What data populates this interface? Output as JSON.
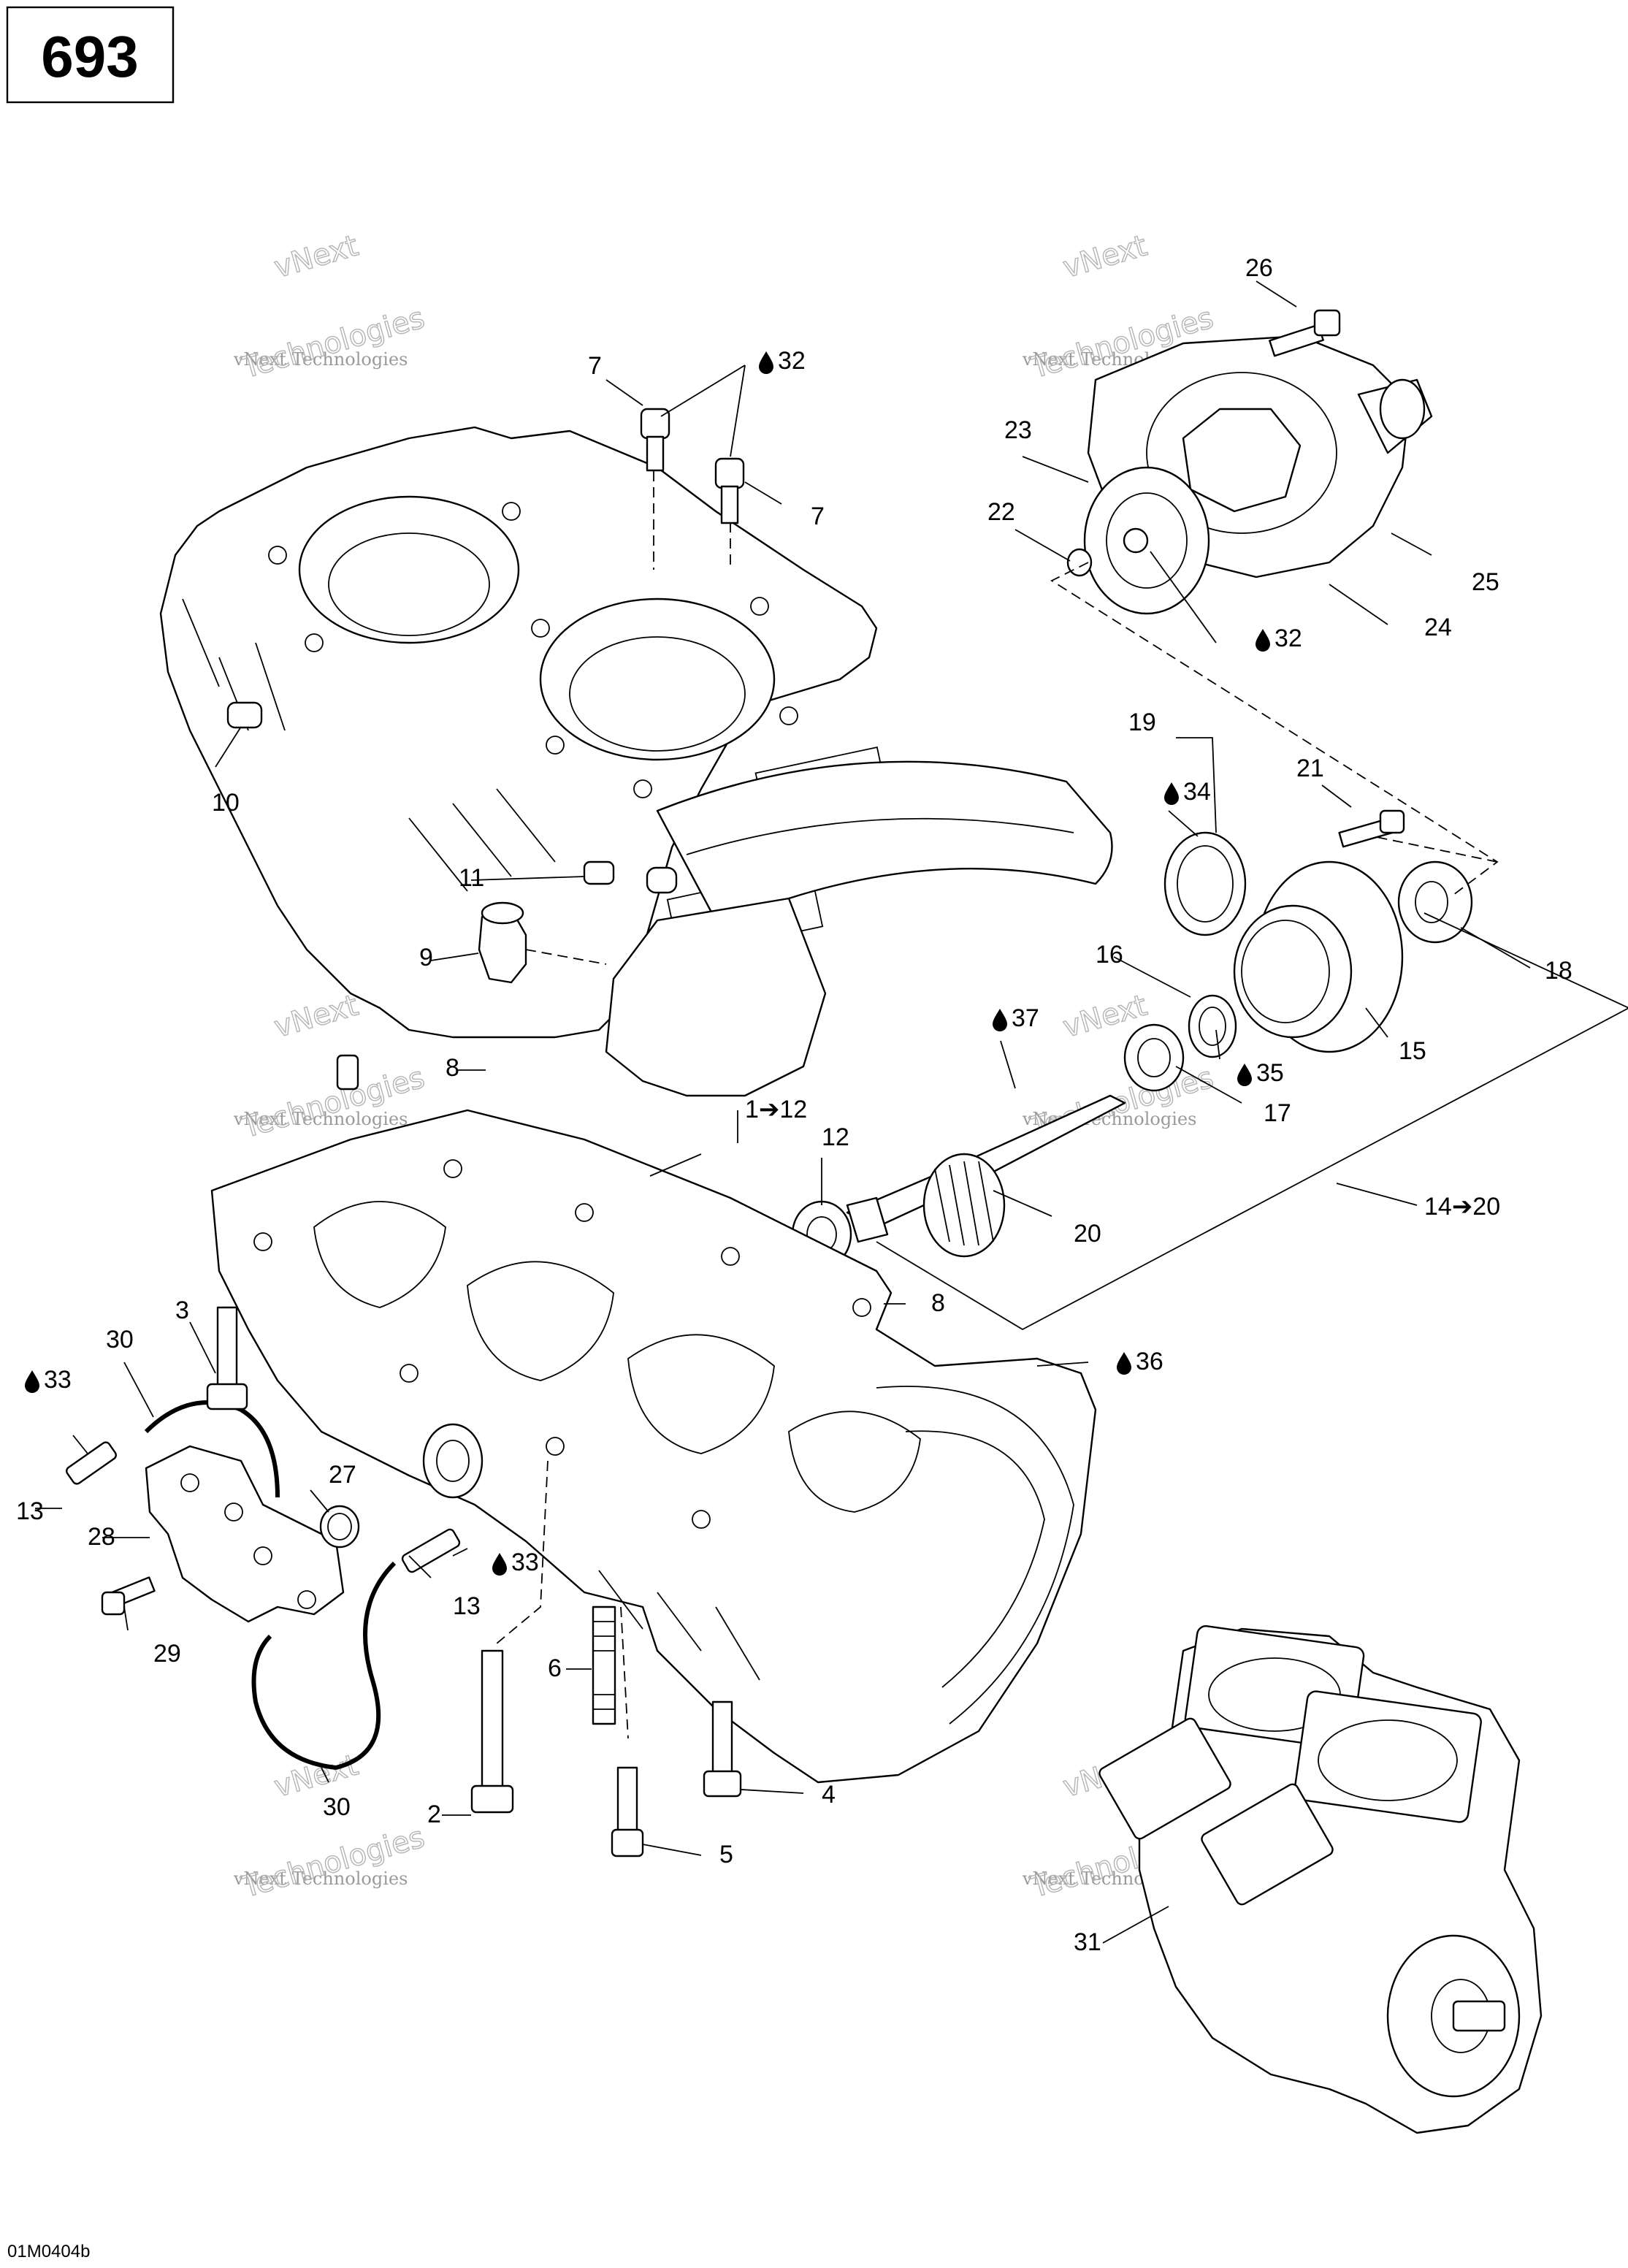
{
  "page_number": "693",
  "drawing_code": "01M0404b",
  "watermark": {
    "line1": "vNext",
    "line2": "vNext Technologies",
    "line3": "Technologies"
  },
  "callouts": [
    {
      "id": "c26",
      "text": "26"
    },
    {
      "id": "c7a",
      "text": "7"
    },
    {
      "id": "c32a",
      "text": "32",
      "drop": true
    },
    {
      "id": "c7b",
      "text": "7"
    },
    {
      "id": "c23",
      "text": "23"
    },
    {
      "id": "c22",
      "text": "22"
    },
    {
      "id": "c25",
      "text": "25"
    },
    {
      "id": "c24",
      "text": "24"
    },
    {
      "id": "c32b",
      "text": "32",
      "drop": true
    },
    {
      "id": "c10",
      "text": "10"
    },
    {
      "id": "c19",
      "text": "19"
    },
    {
      "id": "c21",
      "text": "21"
    },
    {
      "id": "c34",
      "text": "34",
      "drop": true
    },
    {
      "id": "c11",
      "text": "11"
    },
    {
      "id": "c9",
      "text": "9"
    },
    {
      "id": "c16",
      "text": "16"
    },
    {
      "id": "c18",
      "text": "18"
    },
    {
      "id": "c37",
      "text": "37",
      "drop": true
    },
    {
      "id": "c15",
      "text": "15"
    },
    {
      "id": "c35",
      "text": "35",
      "drop": true
    },
    {
      "id": "c8a",
      "text": "8"
    },
    {
      "id": "c17",
      "text": "17"
    },
    {
      "id": "c1to12",
      "text": "1➔12"
    },
    {
      "id": "c12",
      "text": "12"
    },
    {
      "id": "c14to20",
      "text": "14➔20"
    },
    {
      "id": "c20",
      "text": "20"
    },
    {
      "id": "c8b",
      "text": "8"
    },
    {
      "id": "c3",
      "text": "3"
    },
    {
      "id": "c30a",
      "text": "30"
    },
    {
      "id": "c36",
      "text": "36",
      "drop": true
    },
    {
      "id": "c33a",
      "text": "33",
      "drop": true
    },
    {
      "id": "c13a",
      "text": "13"
    },
    {
      "id": "c27",
      "text": "27"
    },
    {
      "id": "c28",
      "text": "28"
    },
    {
      "id": "c33b",
      "text": "33",
      "drop": true
    },
    {
      "id": "c13b",
      "text": "13"
    },
    {
      "id": "c29",
      "text": "29"
    },
    {
      "id": "c6",
      "text": "6"
    },
    {
      "id": "c4",
      "text": "4"
    },
    {
      "id": "c30b",
      "text": "30"
    },
    {
      "id": "c2",
      "text": "2"
    },
    {
      "id": "c5",
      "text": "5"
    },
    {
      "id": "c31",
      "text": "31"
    }
  ]
}
